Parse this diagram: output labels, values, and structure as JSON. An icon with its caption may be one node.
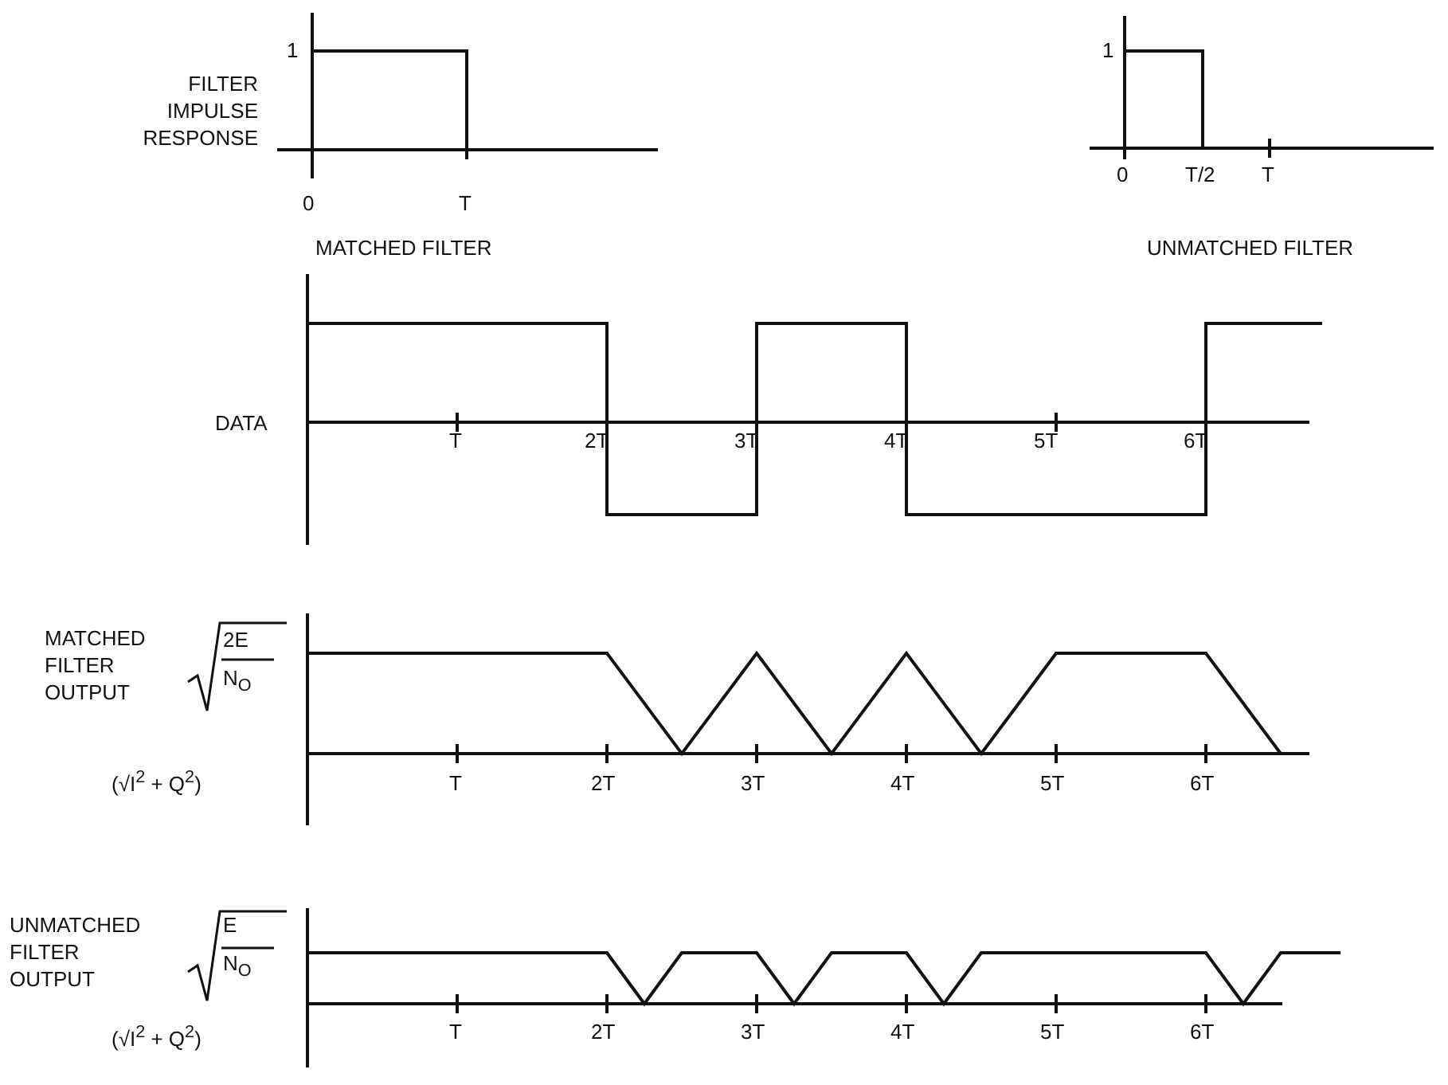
{
  "diagram": {
    "labels": [
      "1",
      "FILTER IMPULSE RESPONSE",
      "0",
      "T",
      "MATCHED FILTER",
      "1",
      "0",
      "T/2",
      "T",
      "UNMATCHED FILTER",
      "DATA",
      "T",
      "2T",
      "3T",
      "4T",
      "5T",
      "6T",
      "MATCHED FILTER OUTPUT",
      "2E",
      "N$_{O}$",
      "(√I$^{2}$ + Q$^{2}$)",
      "T",
      "2T",
      "3T",
      "4T",
      "5T",
      "6T",
      "UNMATCHED FILTER OUTPUT",
      "E",
      "N$_{O}$",
      "(√I$^{2}$ + Q$^{2}$)",
      "T",
      "2T",
      "3T",
      "4T",
      "5T",
      "6T"
    ]
  }
}
